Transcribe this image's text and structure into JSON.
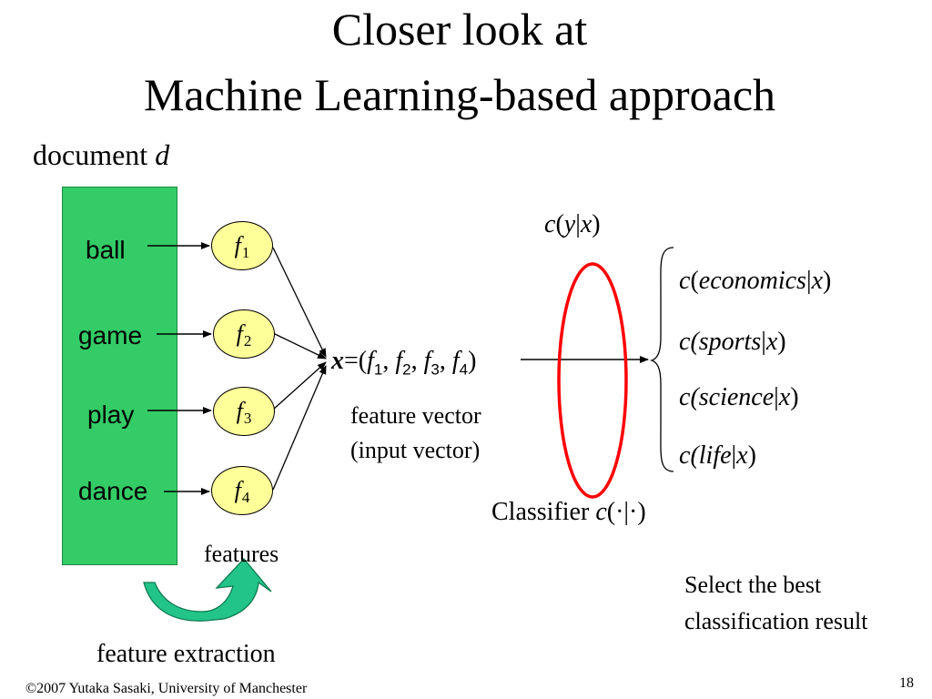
{
  "slide": {
    "title_line1": "Closer look at",
    "title_line2": "Machine Learning-based approach",
    "document_label": "document ",
    "document_var": "d",
    "words": [
      "ball",
      "game",
      "play",
      "dance"
    ],
    "features": [
      {
        "letter": "f",
        "index": "1"
      },
      {
        "letter": "f",
        "index": "2"
      },
      {
        "letter": "f",
        "index": "3"
      },
      {
        "letter": "f",
        "index": "4"
      }
    ],
    "features_label": "features",
    "feature_extraction_label": "feature extraction",
    "vector": {
      "var": "x",
      "eq": "=",
      "open": "(",
      "comp_letter": "f",
      "comps": [
        "1",
        "2",
        "3",
        "4"
      ],
      "sep": ", ",
      "close": ")"
    },
    "feature_vector_label": "feature vector",
    "input_vector_label": "(input vector)",
    "cyx": {
      "c": "c",
      "open": "(",
      "y": "y",
      "bar": "|",
      "x": "x",
      "close": ")"
    },
    "classifier_label": "Classifier ",
    "classifier_fn": {
      "c": "c",
      "args": "(·|·)"
    },
    "classes": [
      {
        "c": "c",
        "open": "(",
        "name": "economics",
        "bar": "|",
        "x": "x",
        "close": ")"
      },
      {
        "c": "c",
        "open": "(",
        "name": "sports",
        "bar": "|",
        "x": "x",
        "close": ")"
      },
      {
        "c": "c",
        "open": "(",
        "name": "science",
        "bar": "|",
        "x": "x",
        "close": ")"
      },
      {
        "c": "c",
        "open": "(",
        "name": "life",
        "bar": "|",
        "x": "x",
        "close": ")"
      }
    ],
    "select_line1": "Select the best",
    "select_line2": "classification result",
    "footer": "©2007 Yutaka Sasaki, University of Manchester",
    "page_number": "18",
    "colors": {
      "document_box": "#33cc66",
      "feature_fill": "#ffff99",
      "classifier_ellipse": "#ff0000",
      "arrow_fill": "#22c48a"
    }
  }
}
